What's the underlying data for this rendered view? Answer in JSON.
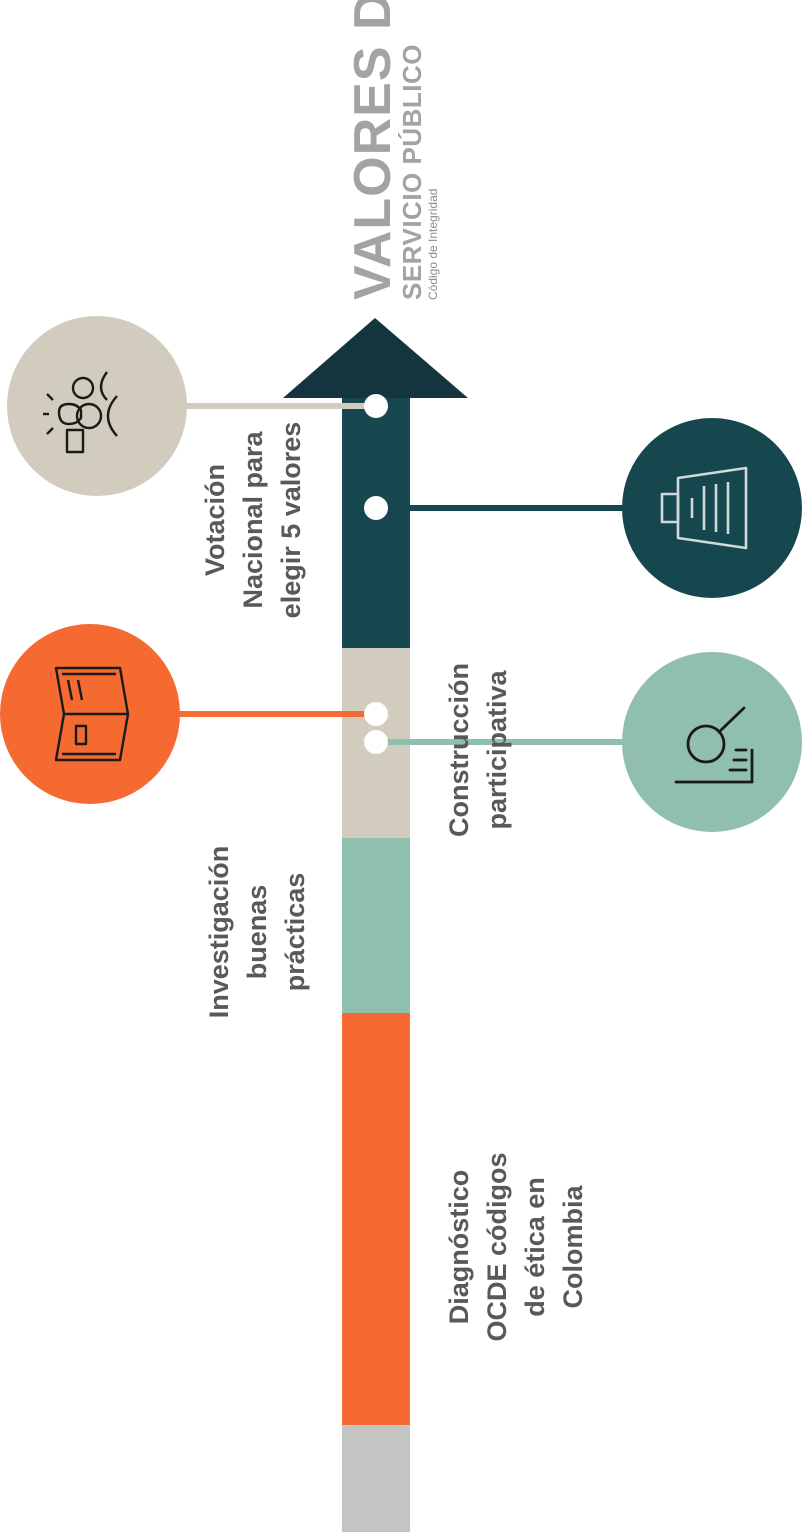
{
  "brand": {
    "line1": "VALORES DEL",
    "line2": "SERVICIO PÚBLICO",
    "line3": "Código de Integridad"
  },
  "colors": {
    "orange": "#f46a30",
    "mint": "#90bfad",
    "beige": "#d1ccbd",
    "teal": "#16474f",
    "arrow": "#14353d",
    "grey": "#c4c4c4",
    "text": "#595959"
  },
  "stages": [
    {
      "lines": [
        "Diagnóstico",
        "OCDE códigos",
        "de ética en",
        "Colombia"
      ],
      "icon": "open-book-icon"
    },
    {
      "lines": [
        "Investigación",
        "buenas",
        "prácticas"
      ],
      "icon": "magnifier-chart-icon"
    },
    {
      "lines": [
        "Construcción",
        "participativa"
      ],
      "icon": "team-idea-icon"
    },
    {
      "lines": [
        "Votación",
        "Nacional para",
        "elegir 5 valores"
      ],
      "icon": "ballot-box-icon"
    }
  ]
}
